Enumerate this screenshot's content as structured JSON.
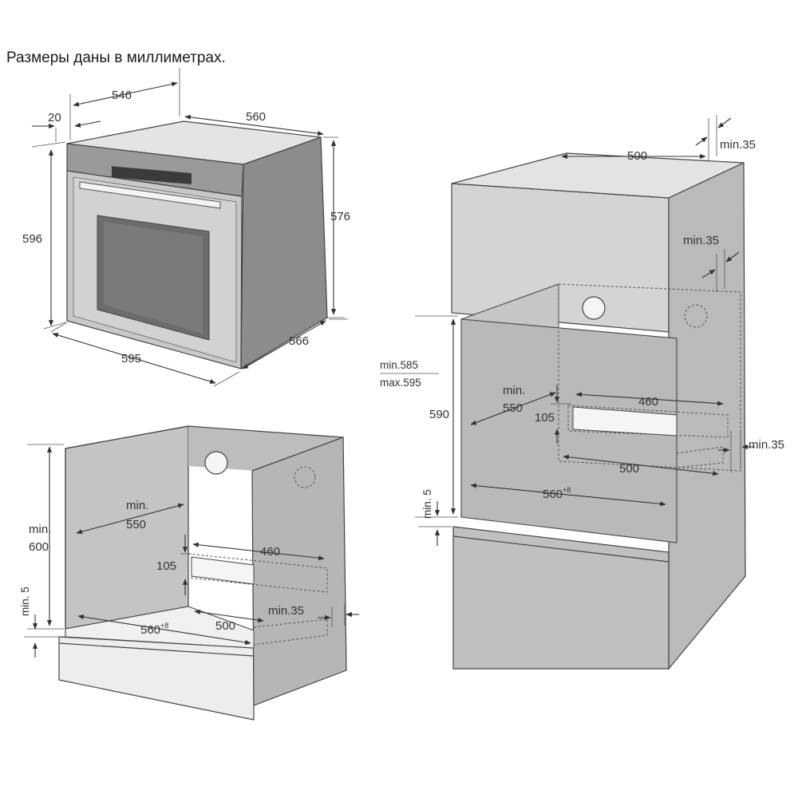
{
  "title": "Размеры даны в миллиметрах.",
  "oven": {
    "depth_546": "546",
    "front_20": "20",
    "top_560": "560",
    "height_596": "596",
    "height_576": "576",
    "width_595": "595",
    "depth_566": "566"
  },
  "under_counter": {
    "min_600_line1": "min.",
    "min_600_line2": "600",
    "min_5": "min. 5",
    "min_550_line1": "min.",
    "min_550_line2": "550",
    "vent_105": "105",
    "vent_460": "460",
    "width_560": "560",
    "width_560_tol": "+8",
    "depth_500": "500",
    "min_35": "min.35"
  },
  "column": {
    "top_500": "500",
    "top_min35": "min.35",
    "mid_min35": "min.35",
    "min_585": "min.585",
    "max_595": "max.595",
    "height_590": "590",
    "min_5": "min. 5",
    "min_550_line1": "min.",
    "min_550_line2": "550",
    "vent_105": "105",
    "vent_460": "460",
    "right_min35": "min.35",
    "depth_500": "500",
    "width_560": "560",
    "width_560_tol": "+8"
  }
}
